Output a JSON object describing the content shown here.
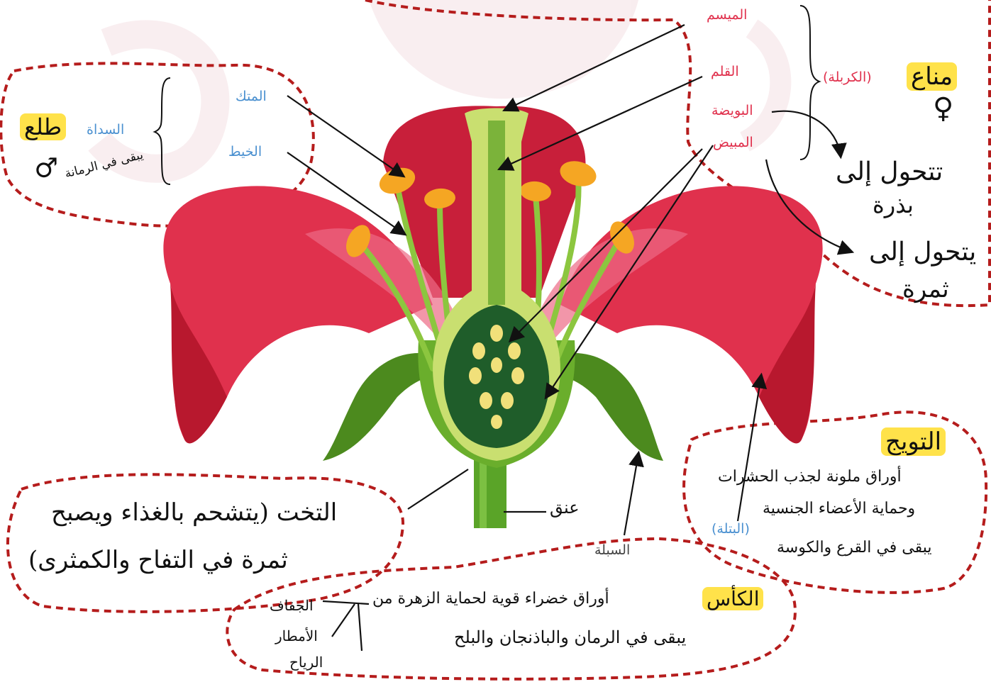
{
  "colors": {
    "petal": "#e0314d",
    "petal_dark": "#b8182e",
    "sepal": "#4c8a1e",
    "stem": "#5aa428",
    "anther": "#f5a623",
    "ovary": "#1f5d2a",
    "ovule": "#f1e07a",
    "female_label": "#e0314d",
    "male_label": "#4a90d0",
    "highlight": "#ffe24a",
    "dash_border": "#b51c1c",
    "watermark": "#f3dde1"
  },
  "labels": {
    "stigma": "الميسم",
    "style": "القلم",
    "ovule": "البويضة",
    "ovary": "المبيض",
    "carpel": "الكربلة",
    "anther": "المتك",
    "filament": "الخيط",
    "stamen": "السداة",
    "petal": "البتلة",
    "sepal": "السبلة"
  },
  "notes": {
    "female": "مناع",
    "male": "طلع",
    "stays_in_garden": "يبقى في الرمانة",
    "ovule_becomes": "تتحول إلى",
    "ovule_seed": "بذرة",
    "ovary_becomes": "يتحول إلى",
    "ovary_fruit": "ثمرة",
    "corolla_title": "التويج",
    "corolla_line1": "أوراق ملونة لجذب الحشرات",
    "corolla_line2": "وحماية الأعضاء الجنسية",
    "corolla_line3": "يبقى في القرع والكوسة",
    "receptacle_line1": "التخت (يتشحم بالغذاء ويصبح",
    "receptacle_line2": "ثمرة في التفاح والكمثرى)",
    "stalk": "عنق",
    "calyx_title": "الكأس",
    "calyx_line1": "أوراق خضراء قوية لحماية الزهرة من",
    "calyx_line2": "يبقى في الرمان والباذنجان والبلح",
    "threat_drought": "الجفاف",
    "threat_rain": "الأمطار",
    "threat_wind": "الرياح",
    "female_symbol": "♀",
    "male_symbol": "♂"
  }
}
